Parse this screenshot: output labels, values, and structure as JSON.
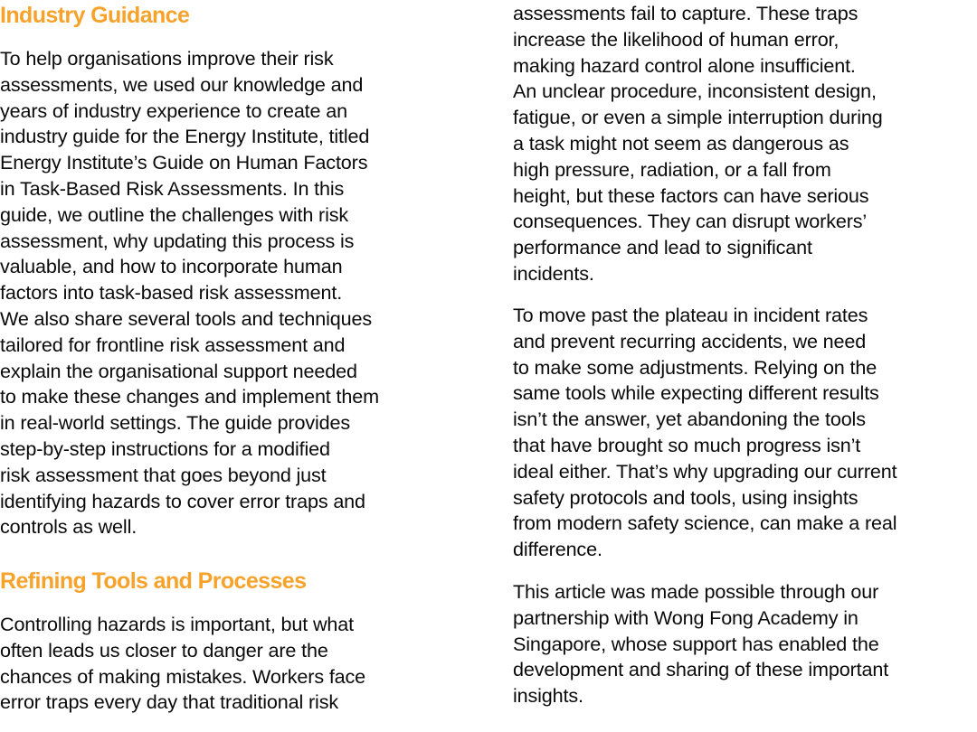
{
  "colors": {
    "heading": "#f7a22b",
    "body_text": "#0a0a0a",
    "background": "#ffffff"
  },
  "sections": [
    {
      "heading": "Industry Guidance",
      "paragraph": "To help organisations improve their risk\nassessments, we used our knowledge and\nyears of industry experience to create an\nindustry guide for the Energy Institute, titled\nEnergy Institute’s Guide on Human Factors\nin Task-Based Risk Assessments. In this\nguide, we outline the challenges with risk\nassessment, why updating this process is\nvaluable, and how to incorporate human\nfactors into task-based risk assessment.\nWe also share several tools and techniques\ntailored for frontline risk assessment and\nexplain the organisational support needed\nto make these changes and implement them\nin real-world settings. The guide provides\nstep-by-step instructions for a modified\nrisk assessment that goes beyond just\nidentifying hazards to cover error traps and\ncontrols as well."
    },
    {
      "heading": "Refining Tools and Processes",
      "paragraph": "Controlling hazards is important, but what\noften leads us closer to danger are the\nchances of making mistakes. Workers face\nerror traps every day that traditional risk",
      "paragraph_continued": "assessments fail to capture. These traps\nincrease the likelihood of human error,\nmaking hazard control alone insufficient.\nAn unclear procedure, inconsistent design,\nfatigue, or even a simple interruption during\na task might not seem as dangerous as\nhigh pressure, radiation, or a fall from\nheight, but these factors can have serious\nconsequences. They can disrupt workers’\nperformance and lead to significant\nincidents.",
      "paragraph_2": "To move past the plateau in incident rates\nand prevent recurring accidents, we need\nto make some adjustments. Relying on the\nsame tools while expecting different results\nisn’t the answer, yet abandoning the tools\nthat have brought so much progress isn’t\nideal either. That’s why upgrading our current\nsafety protocols and tools, using insights\nfrom modern safety science, can make a real\ndifference.",
      "paragraph_3": "This article was made possible through our\npartnership with Wong Fong Academy in\nSingapore, whose support has enabled the\ndevelopment and sharing of these important\ninsights."
    }
  ]
}
